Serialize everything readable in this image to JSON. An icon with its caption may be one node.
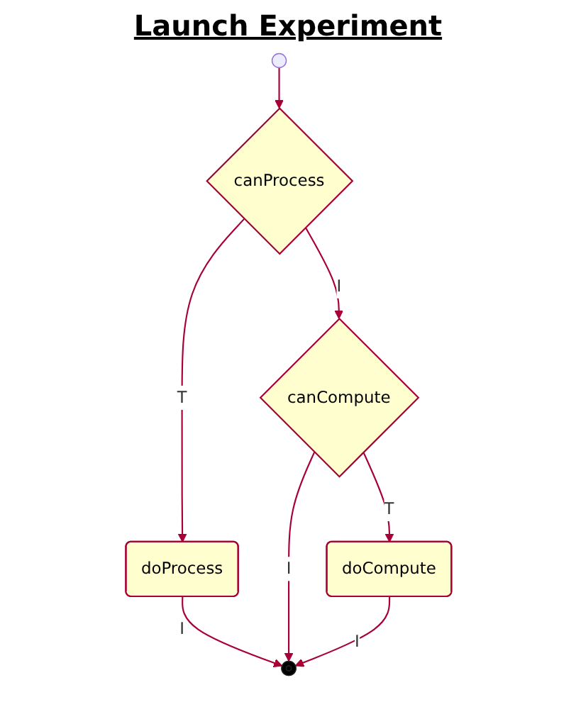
{
  "diagram": {
    "title": "Launch Experiment",
    "nodes": [
      {
        "text": [],
        "shape": "circle"
      },
      {
        "text": [
          "canProcess"
        ]
      },
      {
        "text": [
          "doProcess"
        ]
      },
      {
        "text": [
          "canCompute"
        ]
      },
      {
        "text": [
          "doCompute"
        ]
      },
      {
        "text": [],
        "shape": "circle"
      }
    ],
    "edges": [
      {
        "from": 0,
        "to": 1,
        "arrow": "to"
      },
      {
        "from": 1,
        "to": 2,
        "arrow": "to",
        "label": "T"
      },
      {
        "from": 1,
        "to": 3,
        "arrow": "to",
        "label": "I"
      },
      {
        "from": 2,
        "to": 5,
        "arrow": "to",
        "label": "I"
      },
      {
        "from": 3,
        "to": 4,
        "arrow": "to",
        "label": "T"
      },
      {
        "from": 3,
        "to": 5,
        "arrow": "to",
        "label": "I"
      },
      {
        "from": 4,
        "to": 5,
        "arrow": "to",
        "label": "I"
      }
    ]
  }
}
